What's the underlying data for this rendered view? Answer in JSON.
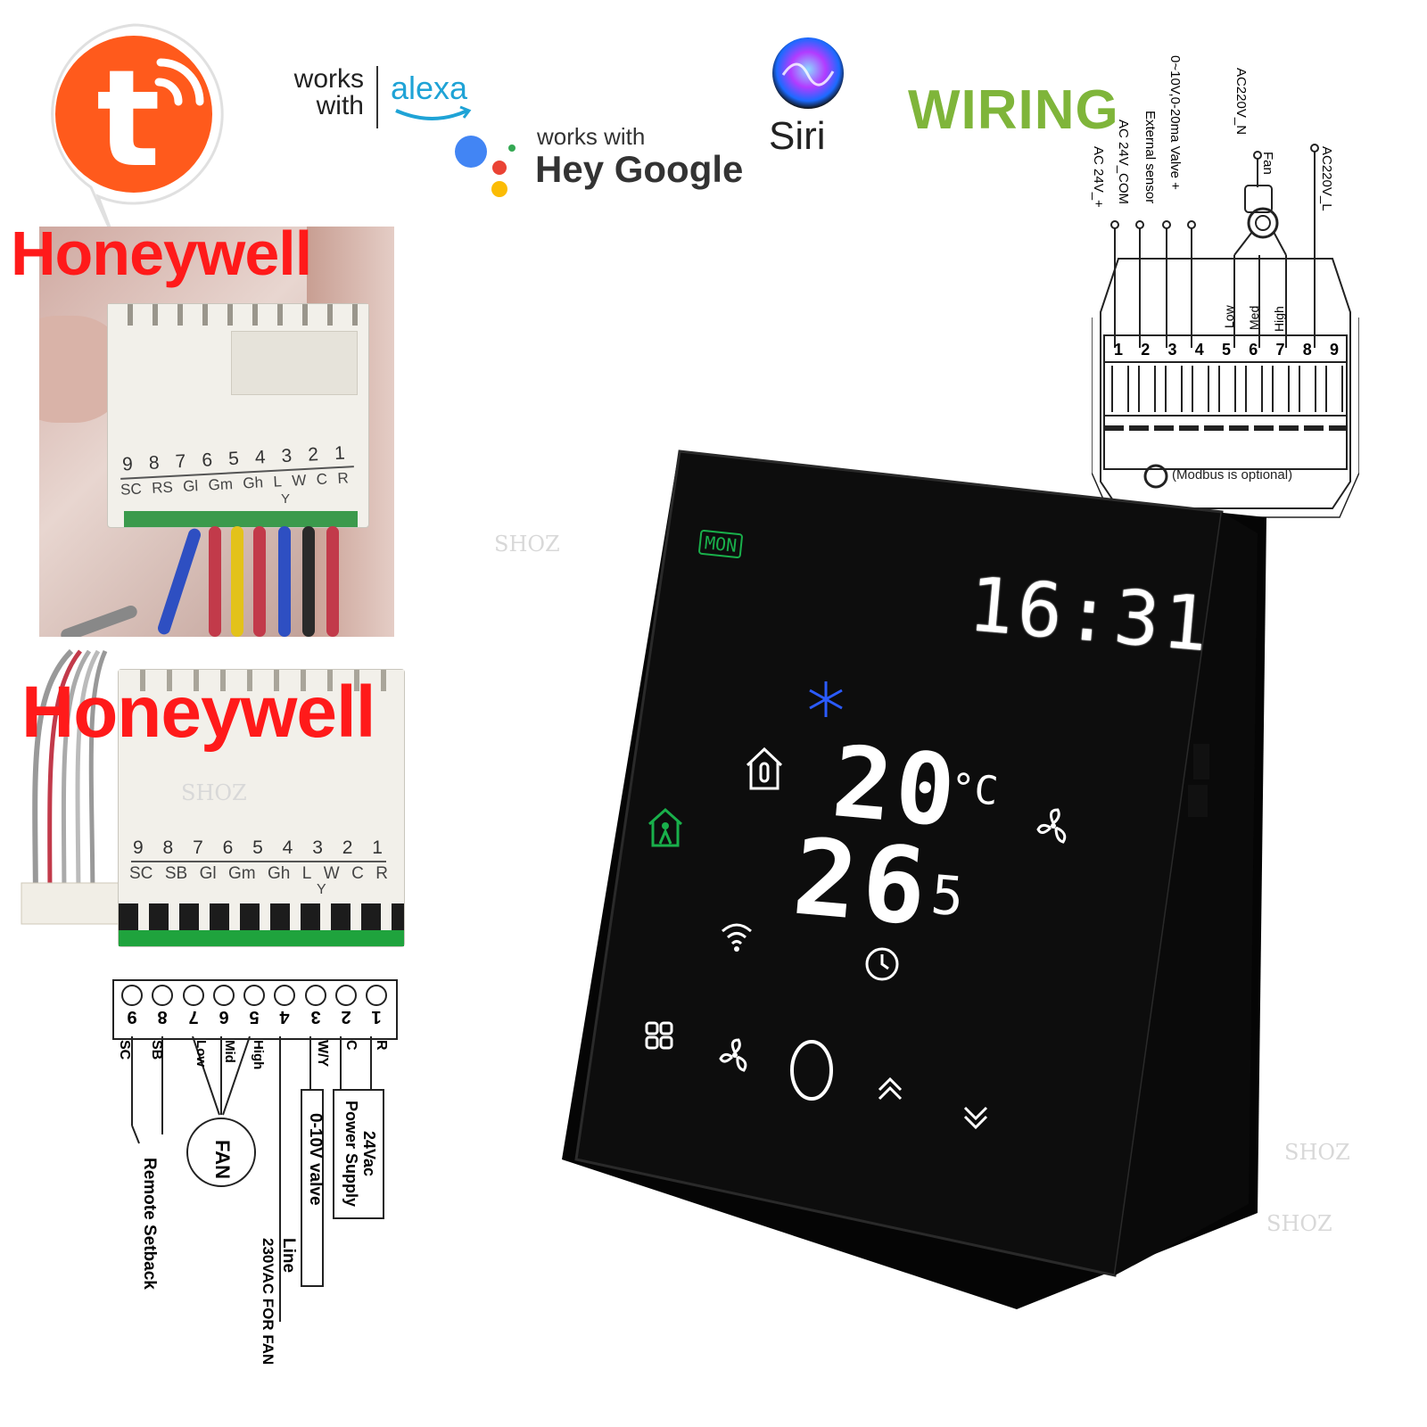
{
  "logos": {
    "tuya_letter": "t",
    "works_with_line1": "works",
    "works_with_line2": "with",
    "alexa": "alexa",
    "google_works_with": "works with",
    "google_hey": "Hey Google",
    "siri": "Siri"
  },
  "wiring_title": "WIRING",
  "honeywell_label_1": "Honeywell",
  "honeywell_label_2": "Honeywell",
  "photo_block_1": {
    "numbers": [
      "9",
      "8",
      "7",
      "6",
      "5",
      "4",
      "3",
      "2",
      "1"
    ],
    "signals": [
      "SC",
      "RS",
      "Gl",
      "Gm",
      "Gh",
      "L",
      "W",
      "C",
      "R"
    ],
    "signal_sub": "Y"
  },
  "photo_block_2": {
    "numbers": [
      "9",
      "8",
      "7",
      "6",
      "5",
      "4",
      "3",
      "2",
      "1"
    ],
    "signals": [
      "SC",
      "SB",
      "Gl",
      "Gm",
      "Gh",
      "L",
      "W",
      "C",
      "R"
    ],
    "signal_sub": "Y",
    "watermark": "SHOZ"
  },
  "honeywell_diagram": {
    "terminals": [
      "9",
      "8",
      "7",
      "6",
      "5",
      "4",
      "3",
      "2",
      "1"
    ],
    "labels": {
      "sc": "SC",
      "sb": "SB",
      "low": "Low",
      "mid": "Mid",
      "high": "High",
      "wy": "W/Y",
      "c": "C",
      "r": "R"
    },
    "fan": "FAN",
    "remote": "Remote Setback",
    "valve": "0-10V valve",
    "supply_line1": "24Vac",
    "supply_line2": "Power Supply",
    "line": "Line",
    "line_note": "230VAC FOR FAN"
  },
  "wiring_diagram": {
    "top_labels": [
      "AC 24V_+",
      "AC 24V_COM",
      "External sensor",
      "0~10V,0-20ma  Valve +",
      "AC220V_N",
      "Fan",
      "AC220V_L"
    ],
    "speed_labels": [
      "Low",
      "Med",
      "High"
    ],
    "terminals": [
      "1",
      "2",
      "3",
      "4",
      "5",
      "6",
      "7",
      "8",
      "9"
    ],
    "modbus_note": "(Modbus is optional)"
  },
  "thermostat": {
    "day": "MON",
    "clock": "16:31",
    "set_temp": "20",
    "unit": "°C",
    "room_temp": "26",
    "room_temp_decimal": "5",
    "icons": [
      "snowflake-icon",
      "home-thermometer-icon",
      "person-home-icon",
      "fan-icon",
      "wifi-icon",
      "clock-icon",
      "menu-grid-icon",
      "fan-speed-icon",
      "power-button-icon",
      "arrow-up-icon",
      "arrow-down-icon"
    ],
    "colors": {
      "body": "#0b0b0b",
      "display": "#ffffff",
      "accent_green": "#19b04b",
      "accent_blue": "#2b5bff"
    }
  },
  "watermark": "SHOZ"
}
